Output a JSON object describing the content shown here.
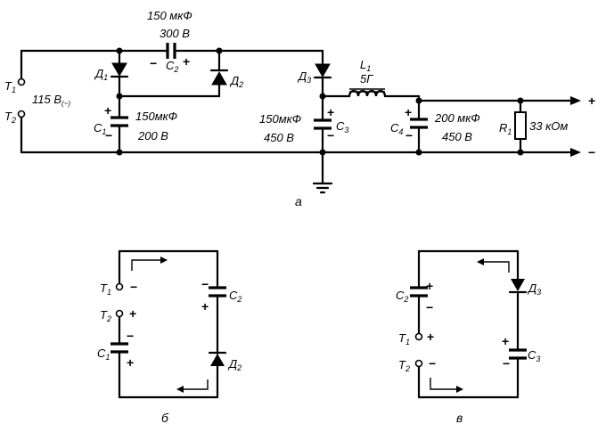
{
  "diagram_a": {
    "label": "а",
    "T1": "T",
    "T1_sub": "1",
    "T2": "T",
    "T2_sub": "2",
    "input_voltage": "115 В",
    "input_voltage_sub": "(~)",
    "C2_value": "150 мкФ",
    "C2_voltage": "300 В",
    "C2_name": "C",
    "C2_sub": "2",
    "C1_value": "150мкФ",
    "C1_voltage": "200 В",
    "C1_name": "C",
    "C1_sub": "1",
    "D1_name": "Д",
    "D1_sub": "1",
    "D2_name": "Д",
    "D2_sub": "2",
    "D3_name": "Д",
    "D3_sub": "3",
    "C3_value": "150мкФ",
    "C3_voltage": "450 В",
    "C3_name": "C",
    "C3_sub": "3",
    "L1_name": "L",
    "L1_sub": "1",
    "L1_value": "5Г",
    "C4_value": "200 мкФ",
    "C4_voltage": "450 В",
    "C4_name": "C",
    "C4_sub": "4",
    "R1_name": "R",
    "R1_sub": "1",
    "R1_value": "33 кОм",
    "out_plus": "+",
    "out_minus": "−"
  },
  "diagram_b": {
    "label": "б",
    "T1": "T",
    "T1_sub": "1",
    "T2": "T",
    "T2_sub": "2",
    "C1": "C",
    "C1_sub": "1",
    "C2": "C",
    "C2_sub": "2",
    "D2": "Д",
    "D2_sub": "2"
  },
  "diagram_c": {
    "label": "в",
    "T1": "T",
    "T1_sub": "1",
    "T2": "T",
    "T2_sub": "2",
    "C2": "C",
    "C2_sub": "2",
    "C3": "C",
    "C3_sub": "3",
    "D3": "Д",
    "D3_sub": "3"
  }
}
